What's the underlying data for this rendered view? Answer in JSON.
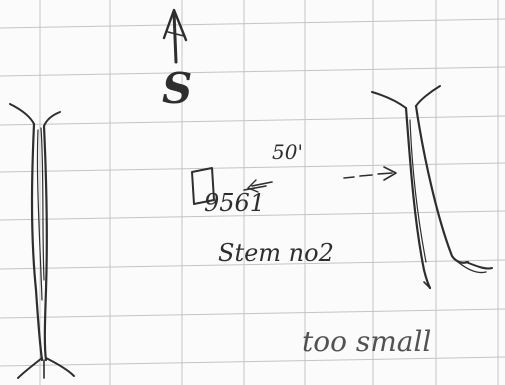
{
  "sketch": {
    "north_label": "S",
    "distance_label": "50'",
    "reference_label": "9561",
    "stem_label": "Stem no2",
    "note_label": "too small",
    "colors": {
      "paper": "#fbfbfb",
      "grid": "#c4c4c4",
      "pencil": "#2e2e2e"
    }
  }
}
